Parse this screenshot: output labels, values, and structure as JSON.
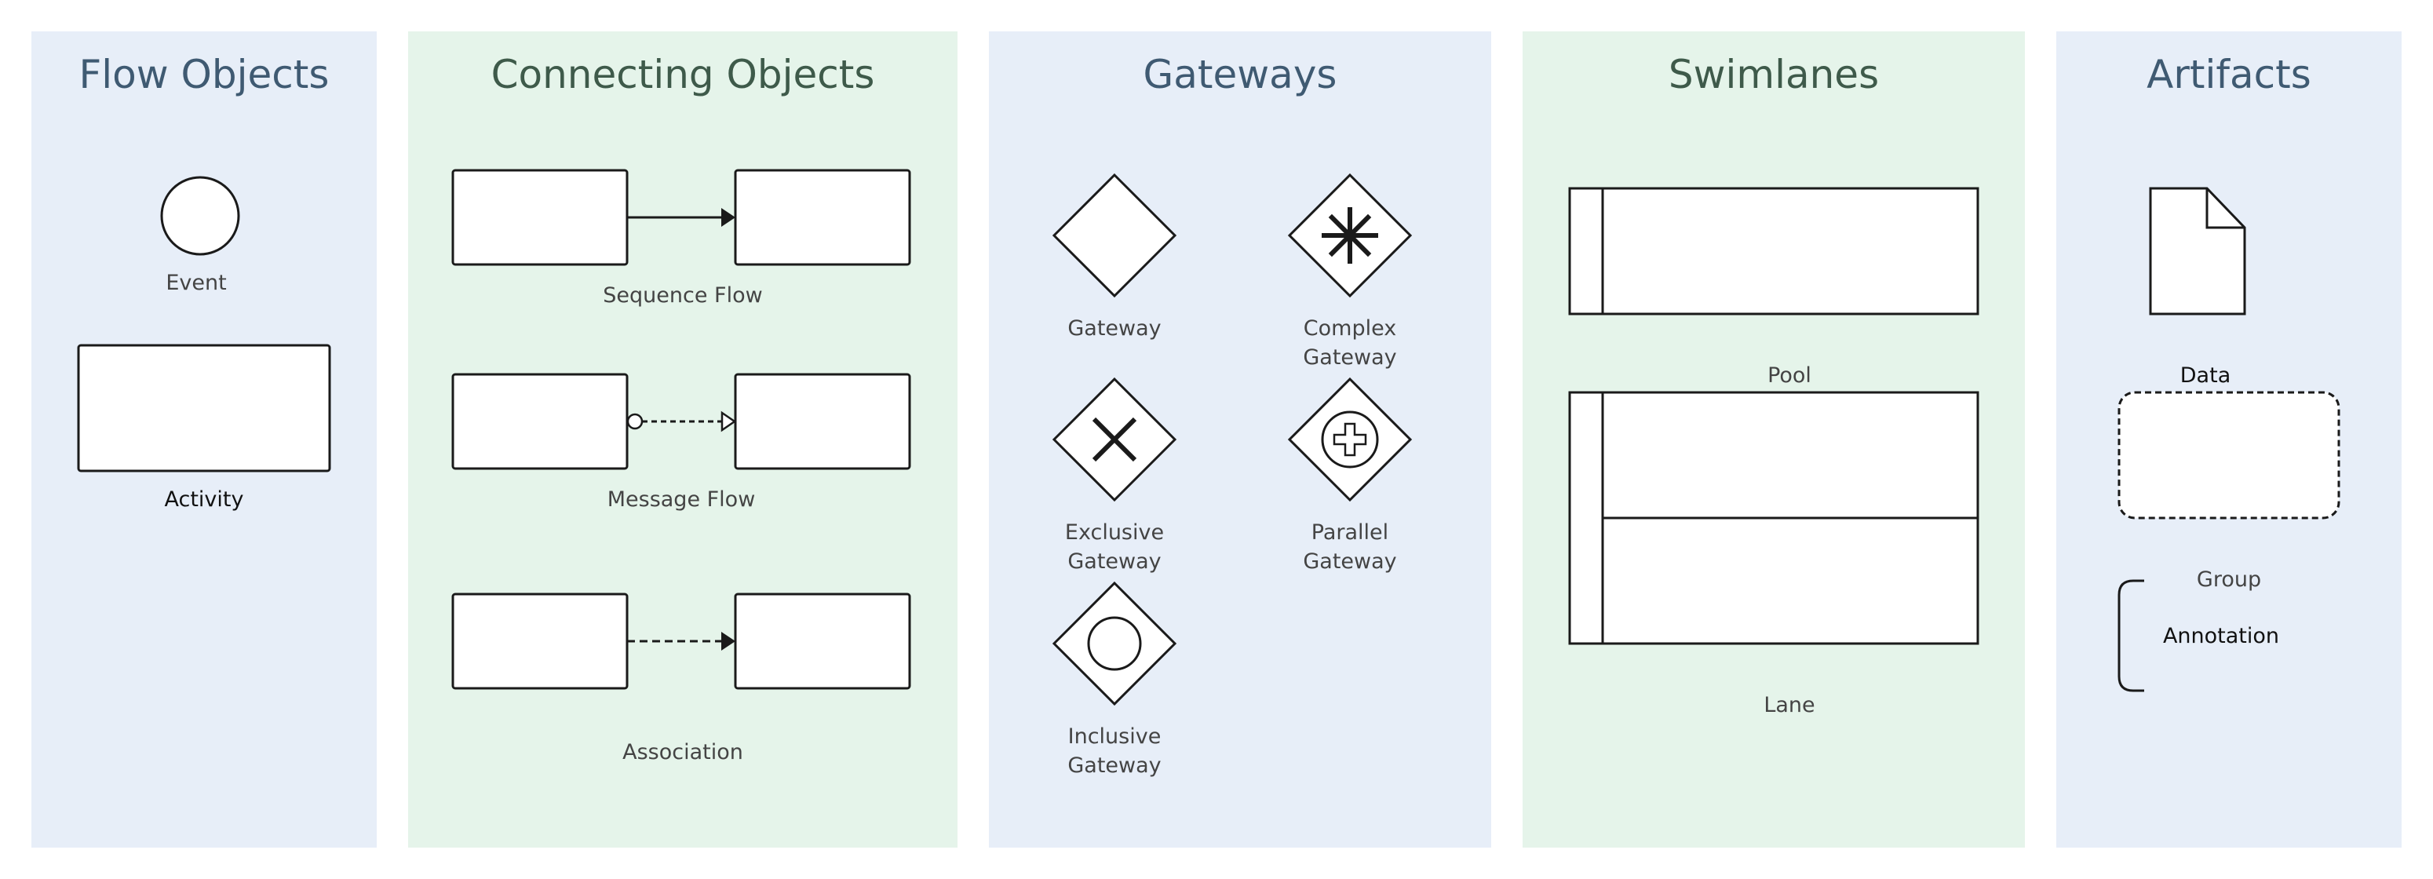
{
  "colors": {
    "panel_blue": "#e7eef8",
    "panel_green": "#e5f4ea",
    "title_blue": "#3f5a72",
    "title_green": "#3e5a4a",
    "stroke": "#1a1a1a",
    "shape_fill": "#ffffff"
  },
  "sections": {
    "flow_objects": {
      "title": "Flow Objects",
      "event_label": "Event",
      "activity_label": "Activity"
    },
    "connecting_objects": {
      "title": "Connecting Objects",
      "sequence_flow_label": "Sequence Flow",
      "message_flow_label": "Message Flow",
      "association_label": "Association"
    },
    "gateways": {
      "title": "Gateways",
      "gateway_label": "Gateway",
      "complex_label_1": "Complex",
      "complex_label_2": "Gateway",
      "exclusive_label_1": "Exclusive",
      "exclusive_label_2": "Gateway",
      "parallel_label_1": "Parallel",
      "parallel_label_2": "Gateway",
      "inclusive_label_1": "Inclusive",
      "inclusive_label_2": "Gateway"
    },
    "swimlanes": {
      "title": "Swimlanes",
      "pool_label": "Pool",
      "lane_label": "Lane"
    },
    "artifacts": {
      "title": "Artifacts",
      "data_label": "Data",
      "group_label": "Group",
      "annotation_label": "Annotation"
    }
  },
  "icons": {
    "event": "event-circle-icon",
    "activity": "activity-rectangle-icon",
    "gateway": "gateway-diamond-icon",
    "complex": "complex-gateway-icon",
    "exclusive": "exclusive-gateway-icon",
    "parallel": "parallel-gateway-icon",
    "inclusive": "inclusive-gateway-icon",
    "pool": "pool-icon",
    "lane": "lane-icon",
    "data": "data-object-icon",
    "group": "group-icon",
    "annotation": "annotation-bracket-icon"
  }
}
